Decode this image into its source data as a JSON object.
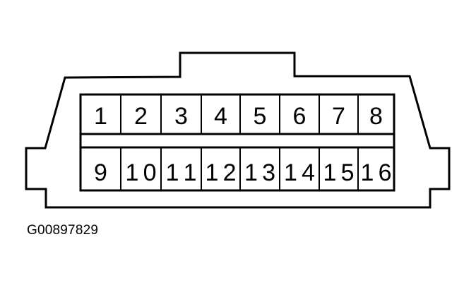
{
  "diagram": {
    "type": "connector-pinout",
    "description": "16-pin data link connector face view",
    "top_row_pins": [
      "1",
      "2",
      "3",
      "4",
      "5",
      "6",
      "7",
      "8"
    ],
    "bottom_row_pins": [
      "9",
      "10",
      "11",
      "12",
      "13",
      "14",
      "15",
      "16"
    ],
    "line_color": "#000000",
    "background_color": "#ffffff"
  },
  "caption": "G00897829"
}
